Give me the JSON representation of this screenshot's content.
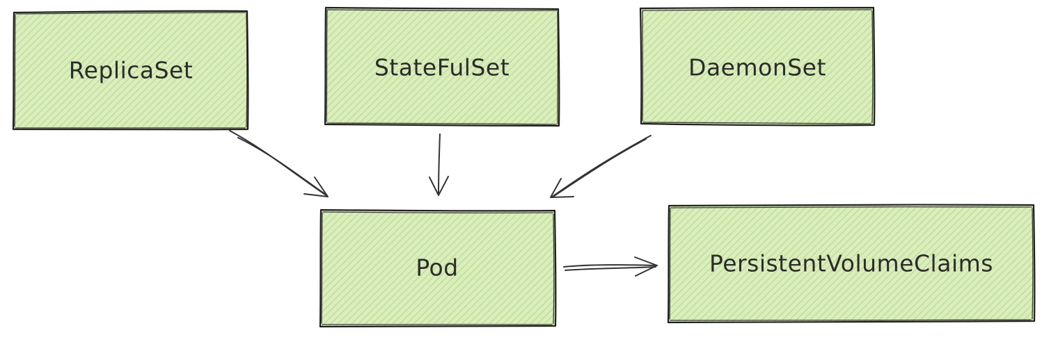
{
  "diagram": {
    "colors": {
      "fill": "#d6ecb8",
      "hatch": "#bcdb8e",
      "stroke": "#1f1f1f",
      "arrow": "#333333",
      "text": "#2b2b2b"
    },
    "nodes": {
      "replicaset": {
        "label": "ReplicaSet"
      },
      "statefulset": {
        "label": "StateFulSet"
      },
      "daemonset": {
        "label": "DaemonSet"
      },
      "pod": {
        "label": "Pod"
      },
      "pvc": {
        "label": "PersistentVolumeClaims"
      }
    }
  }
}
